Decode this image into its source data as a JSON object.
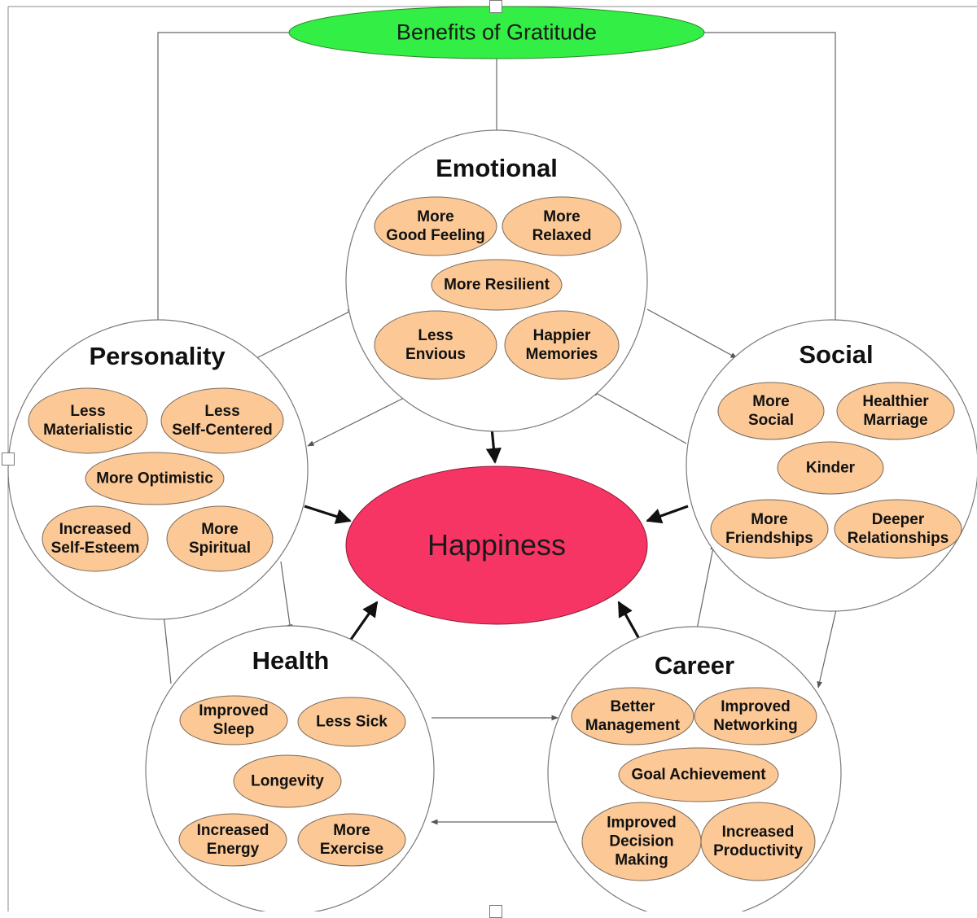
{
  "diagram": {
    "root": {
      "label": "Benefits of Gratitude",
      "fill": "#33ee44"
    },
    "center": {
      "label": "Happiness",
      "fill": "#f73564"
    },
    "item_fill": "#fbc896",
    "categories": [
      {
        "key": "emotional",
        "title": "Emotional",
        "items": [
          "More\nGood Feeling",
          "More\nRelaxed",
          "More Resilient",
          "Less\nEnvious",
          "Happier\nMemories"
        ]
      },
      {
        "key": "personality",
        "title": "Personality",
        "items": [
          "Less\nMaterialistic",
          "Less\nSelf-Centered",
          "More Optimistic",
          "Increased\nSelf-Esteem",
          "More\nSpiritual"
        ]
      },
      {
        "key": "social",
        "title": "Social",
        "items": [
          "More\nSocial",
          "Healthier\nMarriage",
          "Kinder",
          "More\nFriendships",
          "Deeper\nRelationships"
        ]
      },
      {
        "key": "health",
        "title": "Health",
        "items": [
          "Improved\nSleep",
          "Less Sick",
          "Longevity",
          "Increased\nEnergy",
          "More\nExercise"
        ]
      },
      {
        "key": "career",
        "title": "Career",
        "items": [
          "Better\nManagement",
          "Improved\nNetworking",
          "Goal Achievement",
          "Improved\nDecision\nMaking",
          "Increased\nProductivity"
        ]
      }
    ]
  }
}
